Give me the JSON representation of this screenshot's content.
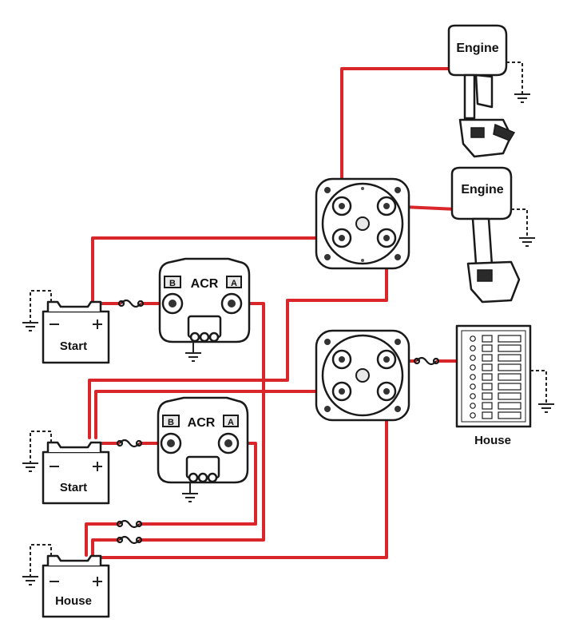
{
  "engines": [
    {
      "label": "Engine"
    },
    {
      "label": "Engine"
    }
  ],
  "batteries": [
    {
      "label": "Start"
    },
    {
      "label": "Start"
    },
    {
      "label": "House"
    }
  ],
  "acr": [
    {
      "title": "ACR",
      "b_label": "B",
      "a_label": "A"
    },
    {
      "title": "ACR",
      "b_label": "B",
      "a_label": "A"
    }
  ],
  "house_panel": {
    "label": "House"
  },
  "colors": {
    "wire": "#d9262b",
    "outline": "#1a1a1a",
    "ground": "#222222"
  },
  "icons": [
    "battery-icon",
    "outboard-engine-icon",
    "acr-relay-icon",
    "battery-switch-icon",
    "fuse-icon",
    "ground-icon",
    "breaker-panel-icon"
  ]
}
